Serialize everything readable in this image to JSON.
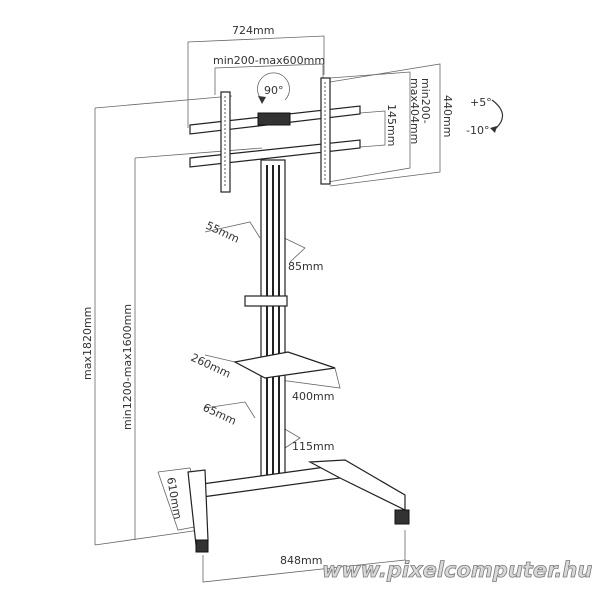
{
  "diagram": {
    "title": "Mobile TV stand dimensions",
    "labels": {
      "mount_width": "724mm",
      "vesa_horizontal": "min200-max600mm",
      "rotation": "90°",
      "bar_spacing": "145mm",
      "vesa_vertical_line1": "min200-",
      "vesa_vertical_line2": "max404mm",
      "mount_height": "440mm",
      "tilt_up": "+5°",
      "tilt_down": "-10°",
      "column_depth_top": "55mm",
      "column_width_top": "85mm",
      "shelf_depth": "260mm",
      "shelf_width": "400mm",
      "column_depth_bottom": "65mm",
      "column_width_bottom": "115mm",
      "max_height": "max1820mm",
      "mount_height_range": "min1200-max1600mm",
      "base_depth": "610mm",
      "base_width": "848mm"
    },
    "watermark": "www.pixelcomputer.hu"
  }
}
